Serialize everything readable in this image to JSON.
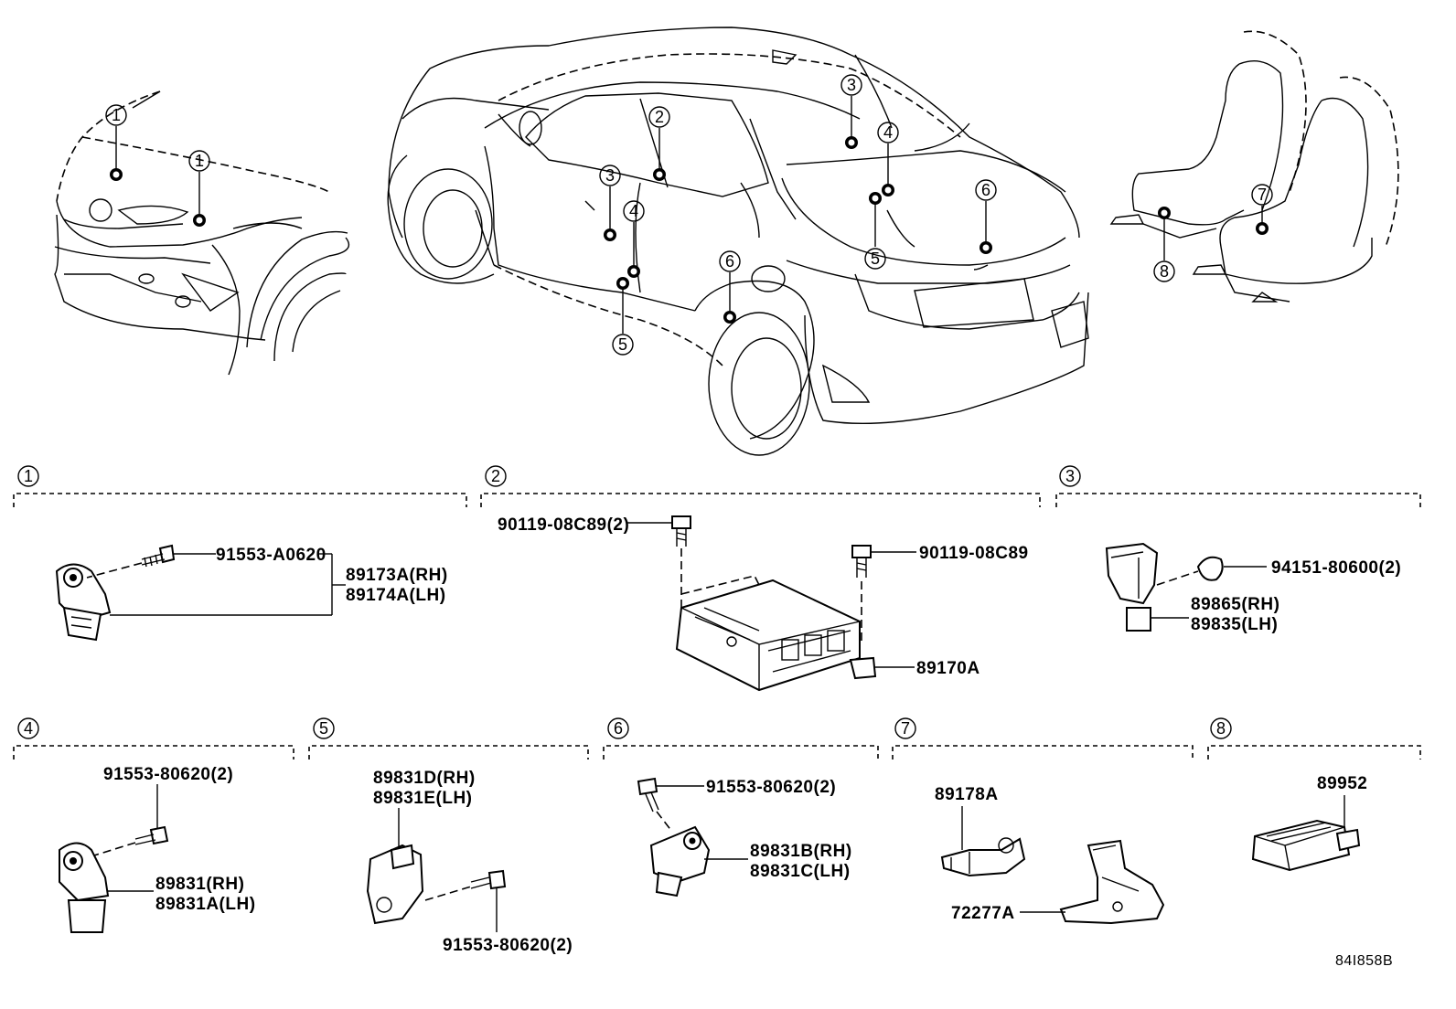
{
  "diagram_code": "84I858B",
  "callouts": [
    "1",
    "2",
    "3",
    "4",
    "5",
    "6",
    "7",
    "8"
  ],
  "sections": [
    {
      "num": "1",
      "labels": {
        "bolt": "91553-A0620",
        "rh": "89173A(RH)",
        "lh": "89174A(LH)"
      }
    },
    {
      "num": "2",
      "labels": {
        "bolt_a": "90119-08C89(2)",
        "bolt_b": "90119-08C89",
        "unit": "89170A"
      }
    },
    {
      "num": "3",
      "labels": {
        "nut": "94151-80600(2)",
        "rh": "89865(RH)",
        "lh": "89835(LH)"
      }
    },
    {
      "num": "4",
      "labels": {
        "bolt": "91553-80620(2)",
        "rh": "89831(RH)",
        "lh": "89831A(LH)"
      }
    },
    {
      "num": "5",
      "labels": {
        "rh": "89831D(RH)",
        "lh": "89831E(LH)",
        "bolt": "91553-80620(2)"
      }
    },
    {
      "num": "6",
      "labels": {
        "bolt": "91553-80620(2)",
        "rh": "89831B(RH)",
        "lh": "89831C(LH)"
      }
    },
    {
      "num": "7",
      "labels": {
        "sensor": "89178A",
        "bracket": "72277A"
      }
    },
    {
      "num": "8",
      "labels": {
        "module": "89952"
      }
    }
  ]
}
